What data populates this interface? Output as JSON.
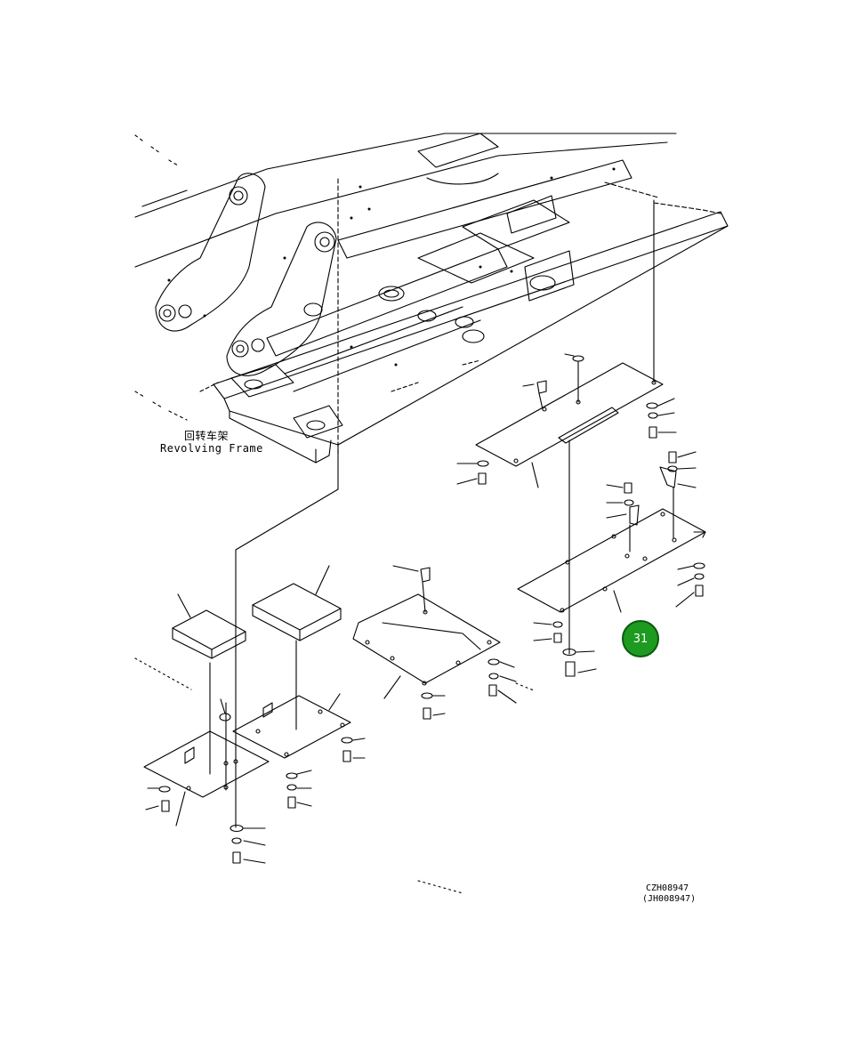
{
  "frame_label": {
    "cn": "回转车架",
    "en": "Revolving Frame"
  },
  "callout": {
    "number": "31",
    "color": "#1d9a20"
  },
  "drawing_code": {
    "primary": "CZH08947",
    "secondary": "(JH008947)"
  }
}
